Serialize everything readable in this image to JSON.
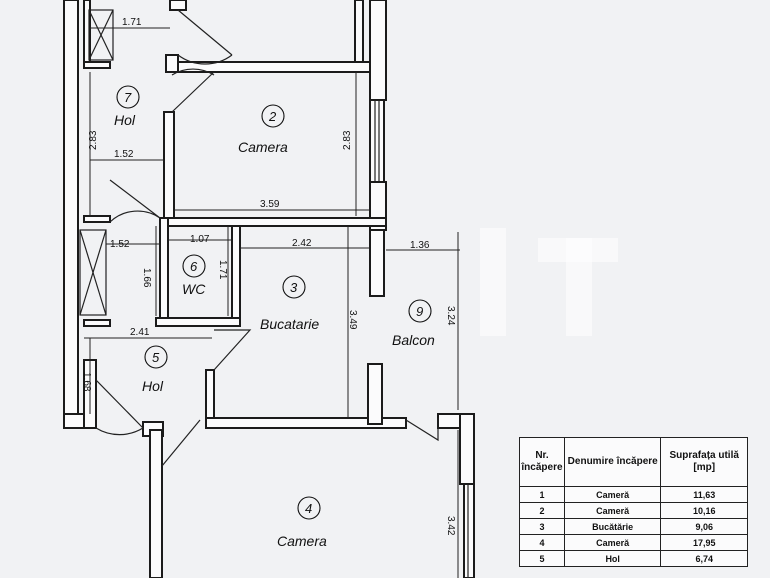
{
  "rooms": [
    {
      "number": "7",
      "name": "Hol"
    },
    {
      "number": "2",
      "name": "Camera"
    },
    {
      "number": "6",
      "name": "WC"
    },
    {
      "number": "3",
      "name": "Bucatarie"
    },
    {
      "number": "9",
      "name": "Balcon"
    },
    {
      "number": "5",
      "name": "Hol"
    },
    {
      "number": "4",
      "name": "Camera"
    }
  ],
  "dimensions": [
    "1.71",
    "2.83",
    "1.52",
    "2.83",
    "3.59",
    "1.52",
    "1.07",
    "1.66",
    "1.71",
    "2.42",
    "1.36",
    "3.24",
    "3.49",
    "2.41",
    "1.68",
    "3.42"
  ],
  "table": {
    "headers": [
      "Nr. încăpere",
      "Denumire încăpere",
      "Suprafața utilă [mp]"
    ],
    "rows": [
      [
        "1",
        "Cameră",
        "11,63"
      ],
      [
        "2",
        "Cameră",
        "10,16"
      ],
      [
        "3",
        "Bucătărie",
        "9,06"
      ],
      [
        "4",
        "Cameră",
        "17,95"
      ],
      [
        "5",
        "Hol",
        "6,74"
      ]
    ]
  },
  "colors": {
    "paper": "#f1f2f4",
    "ink": "#1b1b1b"
  }
}
